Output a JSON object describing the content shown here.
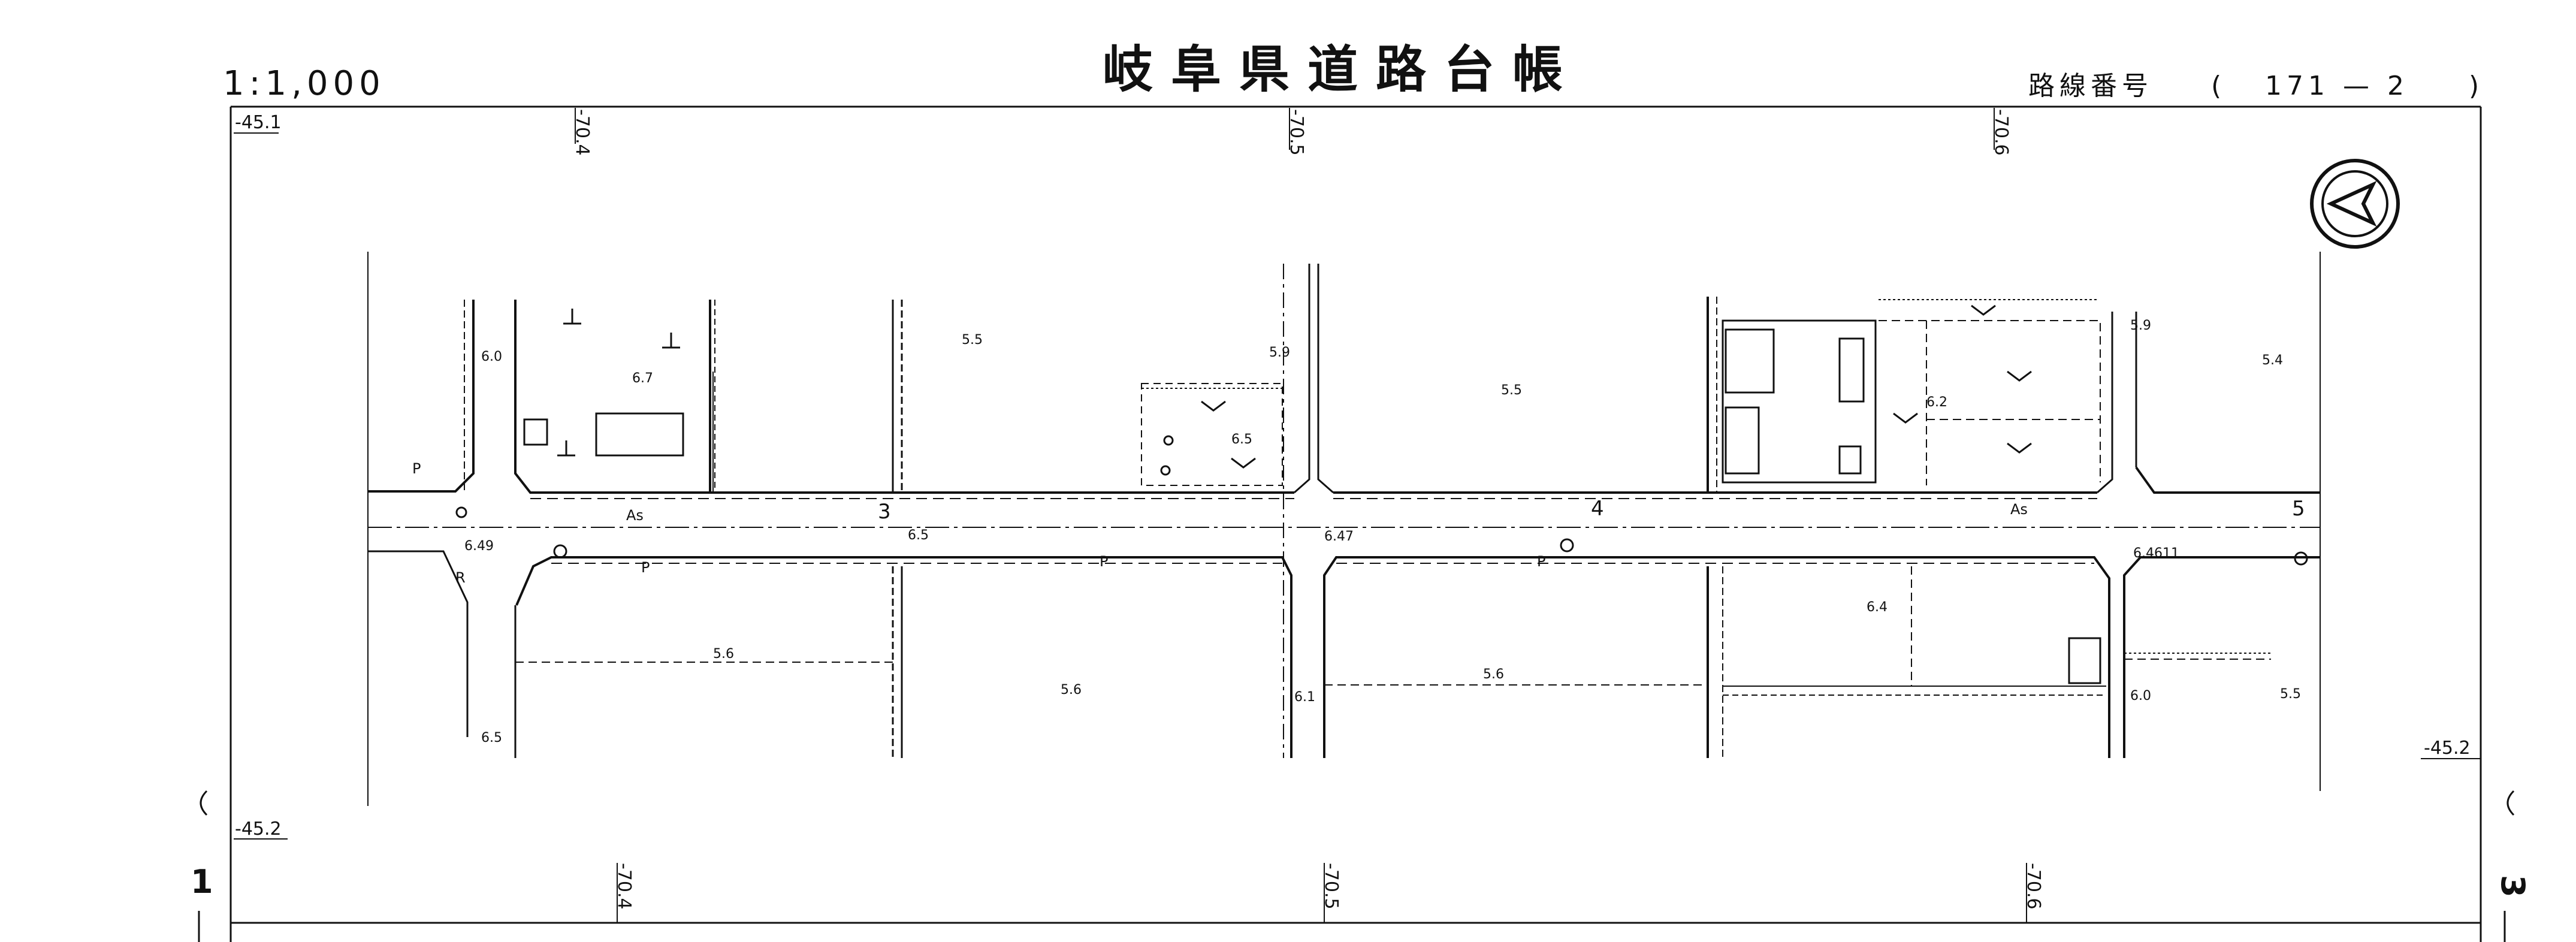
{
  "header": {
    "title": "岐阜県道路台帳",
    "scale": "1:1,000",
    "route_label": "路線番号",
    "route_open": "(",
    "route_number": "171 — 2",
    "route_close": ")"
  },
  "grid": {
    "left_top": "-45.1",
    "left_bottom": "-45.2",
    "right": "-45.2",
    "top_1": "-70.4",
    "top_2": "-70.5",
    "top_3": "-70.6",
    "bottom_1": "-70.4",
    "bottom_2": "-70.5",
    "bottom_3": "-70.6"
  },
  "chainage": {
    "c3": "3",
    "c4": "4",
    "c5": "5"
  },
  "sheet": {
    "left_mark": "1",
    "right_mark": "3"
  },
  "labels": {
    "as_1": "As",
    "as_2": "As",
    "p_1": "P",
    "p_2": "P",
    "p_3": "P",
    "p_4": "P",
    "r_1": "R"
  },
  "elevations": {
    "e_60_a": "6.0",
    "e_67": "6.7",
    "e_55_a": "5.5",
    "e_59_a": "5.9",
    "e_55_b": "5.5",
    "e_65_a": "6.5",
    "e_62": "6.2",
    "e_59_b": "5.9",
    "e_54": "5.4",
    "e_649": "6.49",
    "e_65_b": "6.5",
    "e_647": "6.47",
    "e_6461": "6.4611",
    "e_56_a": "5.6",
    "e_56_b": "5.6",
    "e_56_c": "5.6",
    "e_64": "6.4",
    "e_61": "6.1",
    "e_60_b": "6.0",
    "e_55_c": "5.5",
    "e_65_c": "6.5"
  },
  "north_arrow": {
    "icon": "north-arrow-icon"
  },
  "colors": {
    "ink": "#111111",
    "paper": "#ffffff"
  }
}
